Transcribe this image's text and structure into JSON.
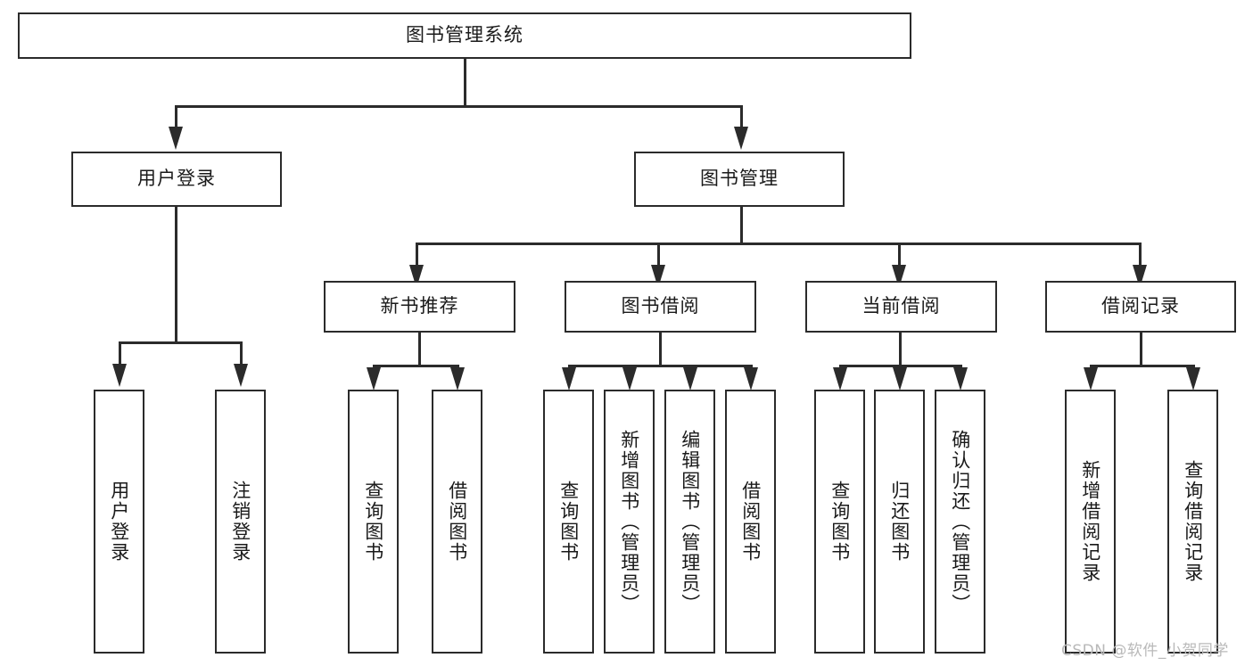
{
  "diagram": {
    "type": "tree-hierarchy-diagram",
    "root": {
      "label": "图书管理系统"
    },
    "level2": [
      {
        "label": "用户登录"
      },
      {
        "label": "图书管理"
      }
    ],
    "level3": [
      {
        "label": "新书推荐"
      },
      {
        "label": "图书借阅"
      },
      {
        "label": "当前借阅"
      },
      {
        "label": "借阅记录"
      }
    ],
    "leaves": [
      {
        "label": "用户登录"
      },
      {
        "label": "注销登录"
      },
      {
        "label": "查询图书"
      },
      {
        "label": "借阅图书"
      },
      {
        "label": "查询图书"
      },
      {
        "label": "新增图书（管理员）"
      },
      {
        "label": "编辑图书（管理员）"
      },
      {
        "label": "借阅图书"
      },
      {
        "label": "查询图书"
      },
      {
        "label": "归还图书"
      },
      {
        "label": "确认归还（管理员）"
      },
      {
        "label": "新增借阅记录"
      },
      {
        "label": "查询借阅记录"
      }
    ],
    "watermark": "CSDN @软件_小贺同学",
    "colors": {
      "stroke": "#2b2b2b",
      "fill": "#ffffff",
      "text": "#1a1a1a",
      "watermark": "#b9b9b9"
    }
  }
}
